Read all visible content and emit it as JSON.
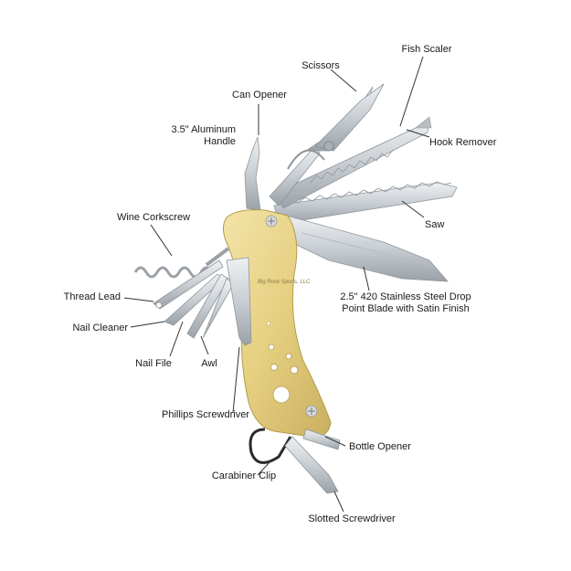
{
  "labels": {
    "scissors": "Scissors",
    "fish_scaler": "Fish Scaler",
    "can_opener": "Can Opener",
    "handle_line1": "3.5\" Aluminum",
    "handle_line2": "Handle",
    "hook_remover": "Hook Remover",
    "wine_corkscrew": "Wine Corkscrew",
    "saw": "Saw",
    "thread_lead": "Thread Lead",
    "blade_line1": "2.5\" 420 Stainless Steel Drop",
    "blade_line2": "Point Blade with Satin Finish",
    "nail_cleaner": "Nail Cleaner",
    "nail_file": "Nail File",
    "awl": "Awl",
    "phillips_screwdriver": "Phillips Screwdriver",
    "bottle_opener": "Bottle Opener",
    "carabiner_clip": "Carabiner Clip",
    "slotted_screwdriver": "Slotted Screwdriver"
  },
  "watermark": "Big Rock Sports, LLC",
  "colors": {
    "handle": "#e9d48a",
    "handle_shadow": "#c9b260",
    "steel": "#cfd4d8",
    "steel_dark": "#8f969c",
    "leader": "#333333",
    "text": "#1a1a1a"
  }
}
